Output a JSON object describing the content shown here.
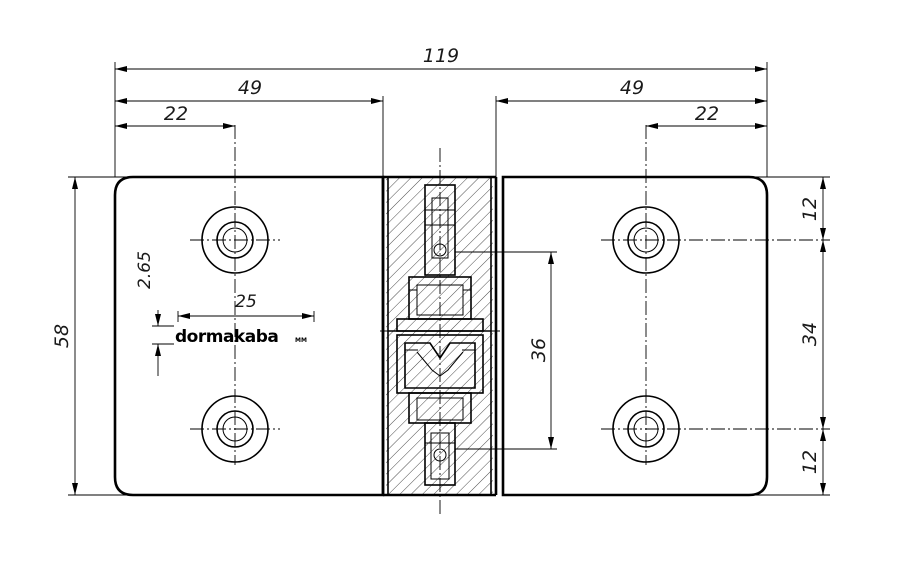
{
  "drawing": {
    "dimensions": {
      "overall_width": "119",
      "left_leaf_width": "49",
      "right_leaf_width": "49",
      "left_hole_offset": "22",
      "right_hole_offset": "22",
      "logo_width": "25",
      "logo_height": "2.65",
      "overall_height": "58",
      "hinge_axis_length": "36",
      "top_hole_offset": "12",
      "hole_spacing": "34",
      "bottom_hole_offset": "12"
    },
    "logo": {
      "text": "dormakaba",
      "mark": "MM"
    }
  }
}
